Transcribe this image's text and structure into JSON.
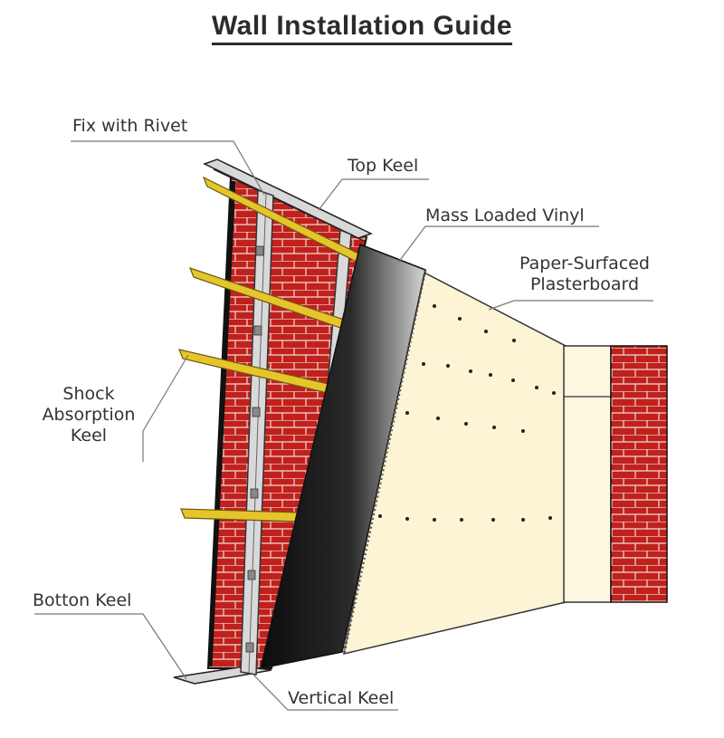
{
  "title": "Wall Installation Guide",
  "labels": {
    "fix_with_rivet": "Fix with Rivet",
    "top_keel": "Top Keel",
    "mass_loaded_vinyl": "Mass Loaded Vinyl",
    "paper_surfaced_plasterboard_line1": "Paper-Surfaced",
    "paper_surfaced_plasterboard_line2": "Plasterboard",
    "shock_absorption_keel_line1": "Shock",
    "shock_absorption_keel_line2": "Absorption",
    "shock_absorption_keel_line3": "Keel",
    "bottom_keel": "Botton Keel",
    "vertical_keel": "Vertical Keel"
  },
  "colors": {
    "brick": "#c0211d",
    "mortar": "#f3f3f3",
    "keel_yellow": "#e6c52a",
    "plasterboard": "#fcf4d4",
    "vinyl_dark": "#141414",
    "metal": "#d8d8d8"
  }
}
